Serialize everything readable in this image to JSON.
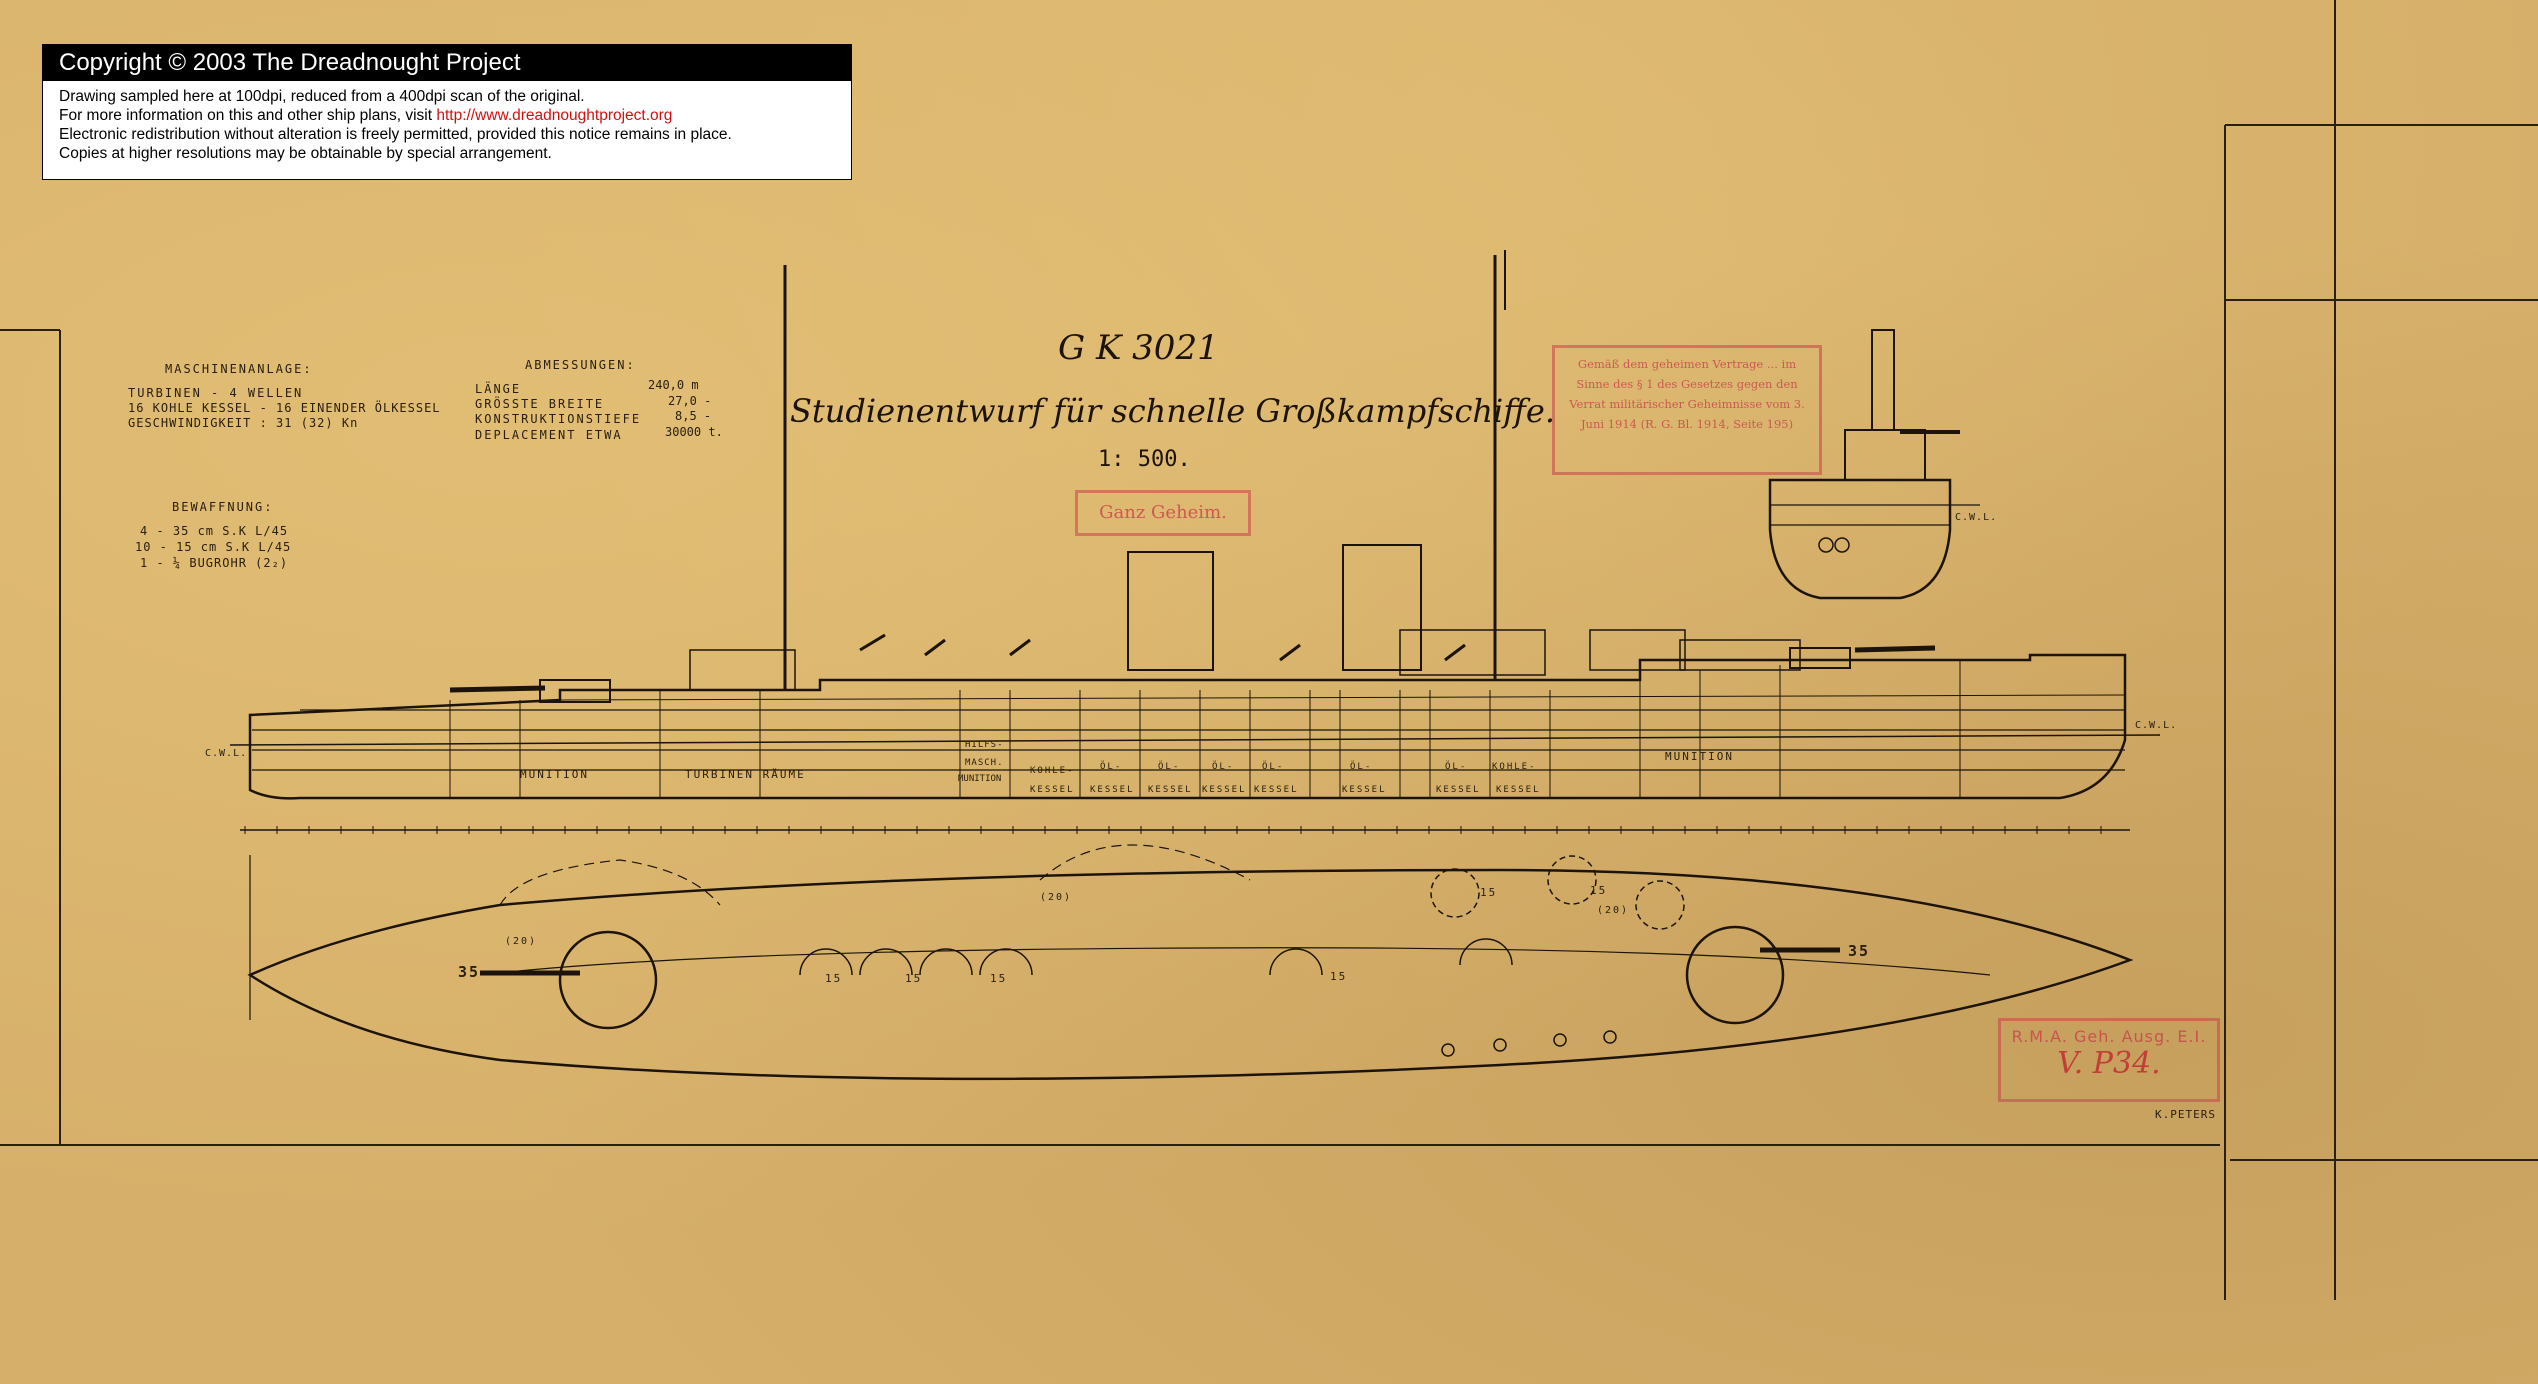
{
  "notice": {
    "title": "Copyright © 2003 The Dreadnought Project",
    "line1": "Drawing sampled here at 100dpi, reduced from a 400dpi scan of the original.",
    "line2_prefix": "For more information on this and other ship plans, visit ",
    "line2_link": "http://www.dreadnoughtproject.org",
    "line3": "Electronic redistribution without alteration is freely permitted, provided this notice remains in place.",
    "line4": "Copies at higher resolutions may be obtainable by special arrangement."
  },
  "drawing": {
    "id": "G K 3021",
    "title": "Studienentwurf für schnelle Großkampfschiffe.",
    "scale": "1: 500.",
    "signature": "K.PETERS",
    "machinery": {
      "heading": "MASCHINENANLAGE:",
      "lines": [
        "TURBINEN -   4 WELLEN",
        "16 KOHLE KESSEL - 16 EINENDER ÖLKESSEL",
        "GESCHWINDIGKEIT : 31 (32) Kn"
      ]
    },
    "dimensions": {
      "heading": "ABMESSUNGEN:",
      "rows": [
        {
          "label": "LÄNGE",
          "value": "240,0 m"
        },
        {
          "label": "GRÖSSTE BREITE",
          "value": "27,0 -"
        },
        {
          "label": "KONSTRUKTIONSTIEFE",
          "value": "8,5 -"
        },
        {
          "label": "DEPLACEMENT  ETWA",
          "value": "30000 t."
        }
      ]
    },
    "armament": {
      "heading": "BEWAFFNUNG:",
      "lines": [
        "4 -  35 cm  S.K L/45",
        "10 -  15 cm  S.K L/45",
        "1 - ¼ BUGROHR (2₂)"
      ]
    },
    "hull_labels": [
      "MUNITION",
      "TURBINEN RÄUME",
      "HILFS-",
      "MASCH.",
      "MUNITION",
      "KOHLE-",
      "KESSEL",
      "ÖL-",
      "KESSEL",
      "ÖL-",
      "KESSEL",
      "ÖL-",
      "KESSEL",
      "ÖL-",
      "KESSEL",
      "ÖL-",
      "KESSEL",
      "ÖL-",
      "KESSEL",
      "KOHLE-",
      "KESSEL",
      "MUNITION"
    ],
    "gun_labels": [
      "35",
      "35",
      "15",
      "15",
      "15",
      "15",
      "15",
      "15",
      "(20)",
      "(20)",
      "(20)"
    ],
    "cwl_labels": [
      "C.W.L.",
      "C.W.L.",
      "C.W.L."
    ]
  },
  "stamps": {
    "geheim": "Ganz Geheim.",
    "archive": "Gemäß dem geheimen Vertrage ... im Sinne des § 1 des Gesetzes gegen den Verrat militärischer Geheimnisse vom 3. Juni 1914 (R. G. Bl. 1914, Seite 195)",
    "rma": "R.M.A. Geh. Ausg. E.I.",
    "ref": "V. P34."
  },
  "colors": {
    "paper": "#d6b06a",
    "ink": "#1c140a",
    "stamp_red": "#c8434a"
  }
}
